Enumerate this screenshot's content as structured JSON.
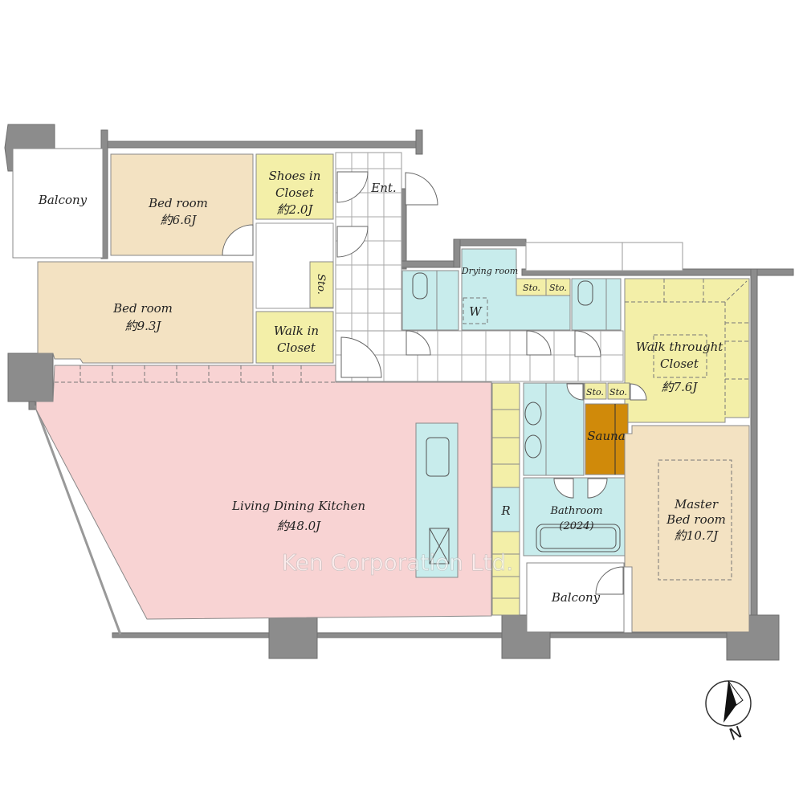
{
  "rooms": {
    "balcony_nw": "Balcony",
    "bedroom1": {
      "name": "Bed room",
      "size": "約6.6J"
    },
    "bedroom2": {
      "name": "Bed room",
      "size": "約9.3J"
    },
    "shoes_closet": {
      "name1": "Shoes in",
      "name2": "Closet",
      "size": "約2.0J"
    },
    "entrance": "Ent.",
    "storage_hall": "Sto.",
    "walk_in_closet": {
      "name1": "Walk in",
      "name2": "Closet"
    },
    "drying_room": "Drying room",
    "washer": "W",
    "storage_a": "Sto.",
    "storage_b": "Sto.",
    "walk_through_closet": {
      "name1": "Walk throught",
      "name2": "Closet",
      "size": "約7.6J"
    },
    "storage_c": "Sto.",
    "storage_d": "Sto.",
    "sauna": "Sauna",
    "bathroom": {
      "name": "Bathroom",
      "year": "(2024)"
    },
    "refrigerator": "R",
    "ldk": {
      "name": "Living Dining Kitchen",
      "size": "約48.0J"
    },
    "balcony_s": "Balcony",
    "master_bedroom": {
      "name1": "Master",
      "name2": "Bed room",
      "size": "約10.7J"
    }
  },
  "compass": {
    "label": "N"
  },
  "watermark": "Ken Corporation Ltd.",
  "colors": {
    "bedroom": "#f3e2c2",
    "closet": "#f3efa8",
    "ldk": "#f8d3d3",
    "wet": "#c8ecec",
    "sauna": "#d08a0a",
    "wall": "#8c8c8c"
  }
}
